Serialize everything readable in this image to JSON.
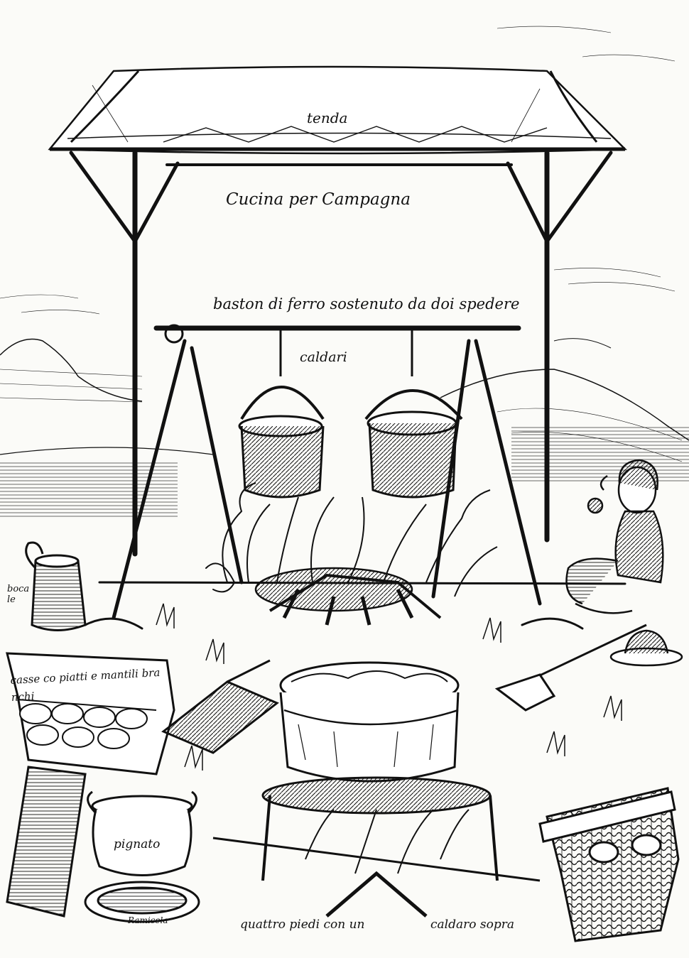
{
  "labels": {
    "tenda": "tenda",
    "cucina": "Cucina per Campagna",
    "baston": "baston di ferro sostenuto da doi spedere",
    "caldari": "caldari",
    "bocale": "boca le",
    "casse": "casse co piatti e mantili bra nchi",
    "pignato": "pignato",
    "ramicela": "Ramicela",
    "quattro": "quattro piedi con un",
    "caldaro": "caldaro sopra"
  },
  "colors": {
    "ink": "#111111",
    "paper": "#fbfbf8"
  }
}
